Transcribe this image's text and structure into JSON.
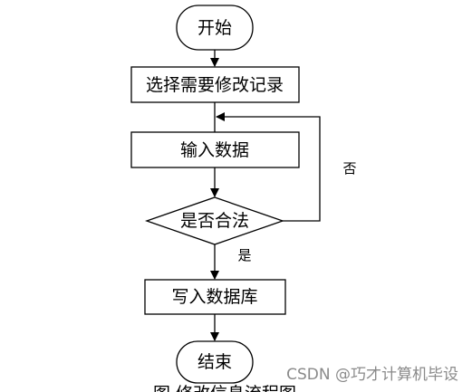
{
  "diagram": {
    "type": "flowchart",
    "nodes": {
      "start": {
        "label": "开始",
        "shape": "terminal"
      },
      "select": {
        "label": "选择需要修改记录",
        "shape": "process"
      },
      "input": {
        "label": "输入数据",
        "shape": "process"
      },
      "decision": {
        "label": "是否合法",
        "shape": "decision"
      },
      "write": {
        "label": "写入数据库",
        "shape": "process"
      },
      "end": {
        "label": "结束",
        "shape": "terminal"
      }
    },
    "edges": [
      {
        "from": "start",
        "to": "select",
        "label": ""
      },
      {
        "from": "select",
        "to": "input",
        "label": ""
      },
      {
        "from": "input",
        "to": "decision",
        "label": ""
      },
      {
        "from": "decision",
        "to": "write",
        "label": "是"
      },
      {
        "from": "decision",
        "to": "input",
        "label": "否"
      },
      {
        "from": "write",
        "to": "end",
        "label": ""
      }
    ],
    "edge_labels": {
      "yes": "是",
      "no": "否"
    }
  },
  "caption": {
    "text": "图 修改信息流程图"
  },
  "watermark": {
    "text": "CSDN @巧才计算机毕设"
  }
}
